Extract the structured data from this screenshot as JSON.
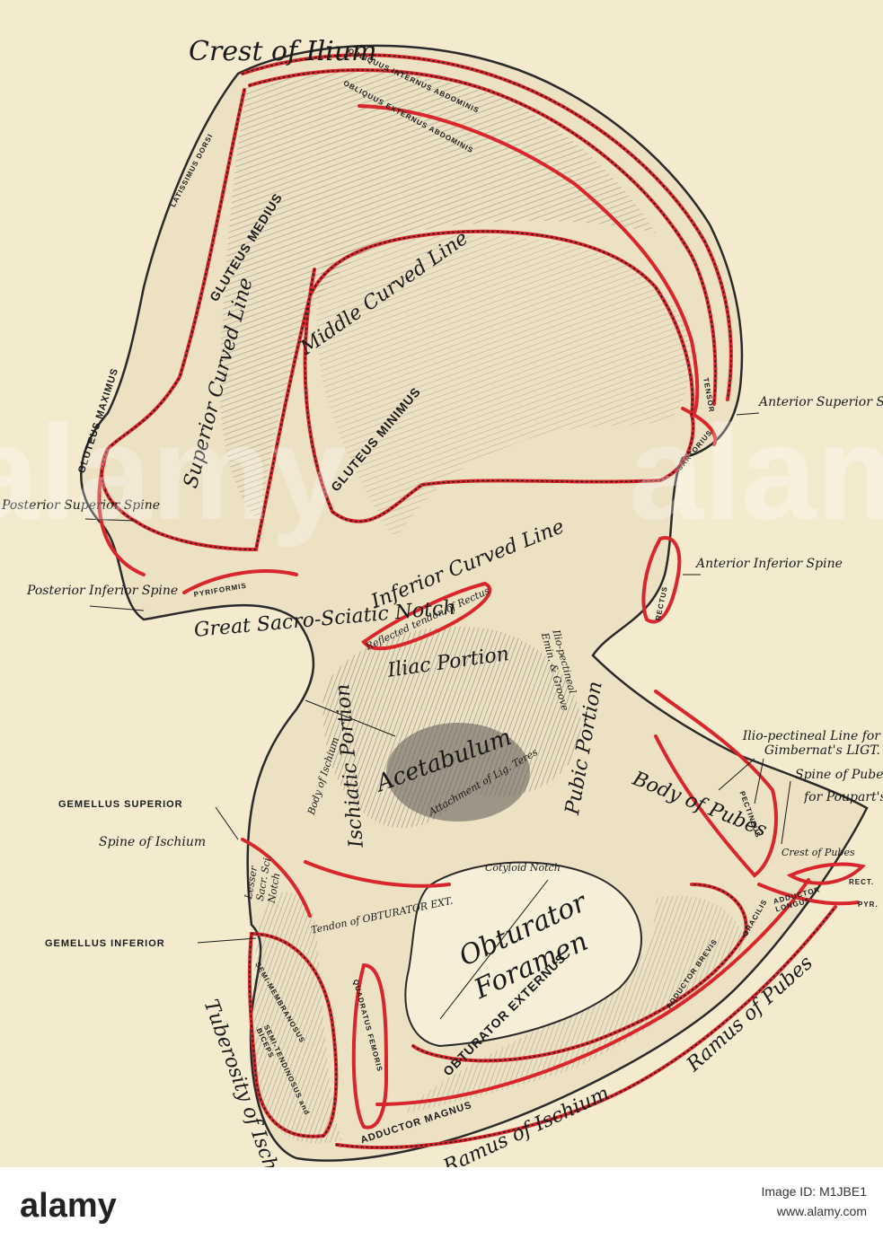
{
  "colors": {
    "paper": "#f4ebcf",
    "bone_shade": "#9a9894",
    "muscle_line": "#d9262c",
    "ink": "#1a1a1a"
  },
  "labels": {
    "crest_of_ilium": "Crest of Ilium",
    "obliquus_internus": "OBLIQUUS INTERNUS ABDOMINIS",
    "obliquus_externus": "OBLIQUUS EXTERNUS ABDOMINIS",
    "latissimus_dorsi": "LATISSIMUS DORSI",
    "gluteus_medius": "GLUTEUS MEDIUS",
    "gluteus_minimus": "GLUTEUS MINIMUS",
    "gluteus_maximus": "GLUTEUS MAXIMUS",
    "middle_curved_line": "Middle Curved Line",
    "superior_curved_line": "Superior Curved Line",
    "inferior_curved_line": "Inferior Curved Line",
    "anterior_superior_spine": "Anterior Superior Spine",
    "sartorius": "SARTORIUS",
    "tensor": "TENSOR",
    "posterior_superior_spine": "Posterior Superior Spine",
    "posterior_inferior_spine": "Posterior Inferior Spine",
    "pyriformis": "PYRIFORMIS",
    "great_sacro_sciatic_notch": "Great Sacro-Sciatic Notch",
    "reflected_tendon": "Reflected tendon of Rectus",
    "anterior_inferior_spine": "Anterior Inferior Spine",
    "rectus": "RECTUS",
    "iliac_portion": "Iliac Portion",
    "ilio_pectineal_emin": "Ilio-pectineal Emin. & Groove",
    "acetabulum": "Acetabulum",
    "attachment_ligament_teres": "Attachment of Lig. Teres",
    "pubic_portion": "Pubic Portion",
    "ischiatic_portion": "Ischiatic Portion",
    "body_of_ischium": "Body of Ischium",
    "cotyloid_notch": "Cotyloid Notch",
    "ilio_pectineal_line": "Ilio-pectineal Line for Gimbernat's LIGT.",
    "spine_of_pubes": "Spine of Pubes",
    "for_pouparts": "for Poupart's",
    "body_of_pubes": "Body of Pubes",
    "pectineus": "PECTINEUS",
    "crest_of_pubes": "Crest of Pubes",
    "rect": "RECT.",
    "pyr": "PYR.",
    "adductor_longus": "ADDUCTOR LONGUS",
    "gemellus_superior": "GEMELLUS SUPERIOR",
    "spine_of_ischium": "Spine of Ischium",
    "lesser_sacro_sciatic_notch": "Lesser Sacr. Sci. Notch",
    "tendon_of_obturator_ext": "Tendon of OBTURATOR EXT.",
    "gemellus_inferior": "GEMELLUS INFERIOR",
    "obturator_foramen": "Obturator Foramen",
    "obturator_externus": "OBTURATOR EXTERNUS",
    "adductor_brevis": "ADDUCTOR BREVIS",
    "gracilis": "GRACILIS",
    "semi_membranosus": "SEMI-MEMBRANOSUS",
    "quadratus_femoris": "QUADRATUS FEMORIS",
    "semi_tendinosus_biceps": "SEMI-TENDINOSUS and BICEPS",
    "adductor_magnus": "ADDUCTOR MAGNUS",
    "tuberosity_of_ischium": "Tuberosity of Ischium",
    "ramus_of_ischium": "Ramus of Ischium",
    "ramus_of_pubes": "Ramus of Pubes"
  },
  "watermark": {
    "text": "alamy",
    "image_id": "Image ID: M1JBE1",
    "site": "www.alamy.com"
  }
}
